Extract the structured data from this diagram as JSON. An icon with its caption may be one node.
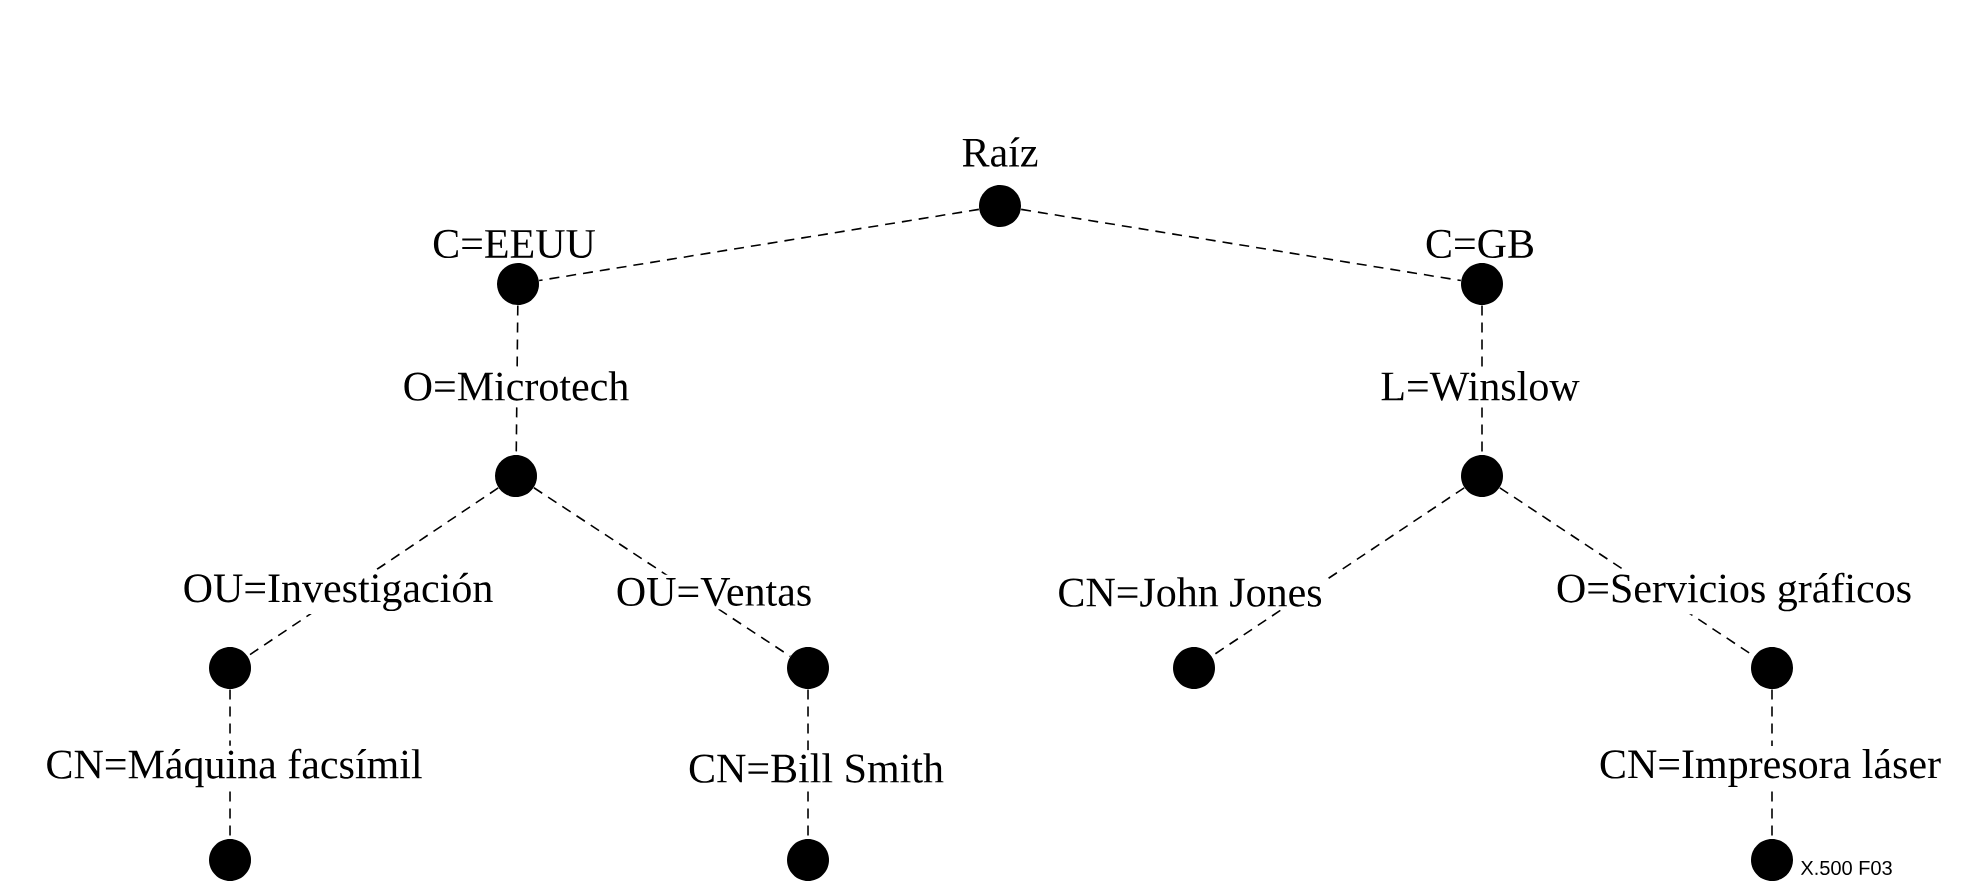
{
  "diagram": {
    "nodes": [
      {
        "text": [],
        "shape": "circle",
        "beside": [
          "Raíz"
        ]
      },
      {
        "text": [],
        "shape": "circle",
        "beside": [
          "C=EEUU"
        ]
      },
      {
        "text": [],
        "shape": "circle",
        "beside": [
          "C=GB"
        ]
      },
      {
        "text": [],
        "shape": "circle",
        "beside": [
          "O=Microtech"
        ]
      },
      {
        "text": [],
        "shape": "circle",
        "beside": [
          "L=Winslow"
        ]
      },
      {
        "text": [],
        "shape": "circle",
        "beside": [
          "OU=Investigación"
        ]
      },
      {
        "text": [],
        "shape": "circle",
        "beside": [
          "OU=Ventas"
        ]
      },
      {
        "text": [],
        "shape": "circle",
        "beside": [
          "CN=Máquina facsímil"
        ]
      },
      {
        "text": [],
        "shape": "circle",
        "beside": [
          "CN=Bill Smith"
        ]
      },
      {
        "text": [],
        "shape": "circle",
        "beside": [
          "CN=John Jones"
        ]
      },
      {
        "text": [],
        "shape": "circle",
        "beside": [
          "O=Servicios gráficos"
        ]
      },
      {
        "text": [],
        "shape": "circle",
        "beside": [
          "CN=Impresora láser"
        ]
      }
    ],
    "edges": [
      {
        "from": 0,
        "to": 1,
        "arrow": "none",
        "style": "dashed"
      },
      {
        "from": 0,
        "to": 2,
        "arrow": "none",
        "style": "dashed"
      },
      {
        "from": 1,
        "to": 3,
        "arrow": "none",
        "style": "dashed"
      },
      {
        "from": 2,
        "to": 4,
        "arrow": "none",
        "style": "dashed"
      },
      {
        "from": 3,
        "to": 5,
        "arrow": "none",
        "style": "dashed"
      },
      {
        "from": 3,
        "to": 6,
        "arrow": "none",
        "style": "dashed"
      },
      {
        "from": 5,
        "to": 7,
        "arrow": "none",
        "style": "dashed"
      },
      {
        "from": 6,
        "to": 8,
        "arrow": "none",
        "style": "dashed"
      },
      {
        "from": 4,
        "to": 9,
        "arrow": "none",
        "style": "dashed"
      },
      {
        "from": 4,
        "to": 10,
        "arrow": "none",
        "style": "dashed"
      },
      {
        "from": 10,
        "to": 11,
        "arrow": "none",
        "style": "dashed"
      }
    ],
    "labels": [
      "X.500  F03"
    ]
  }
}
